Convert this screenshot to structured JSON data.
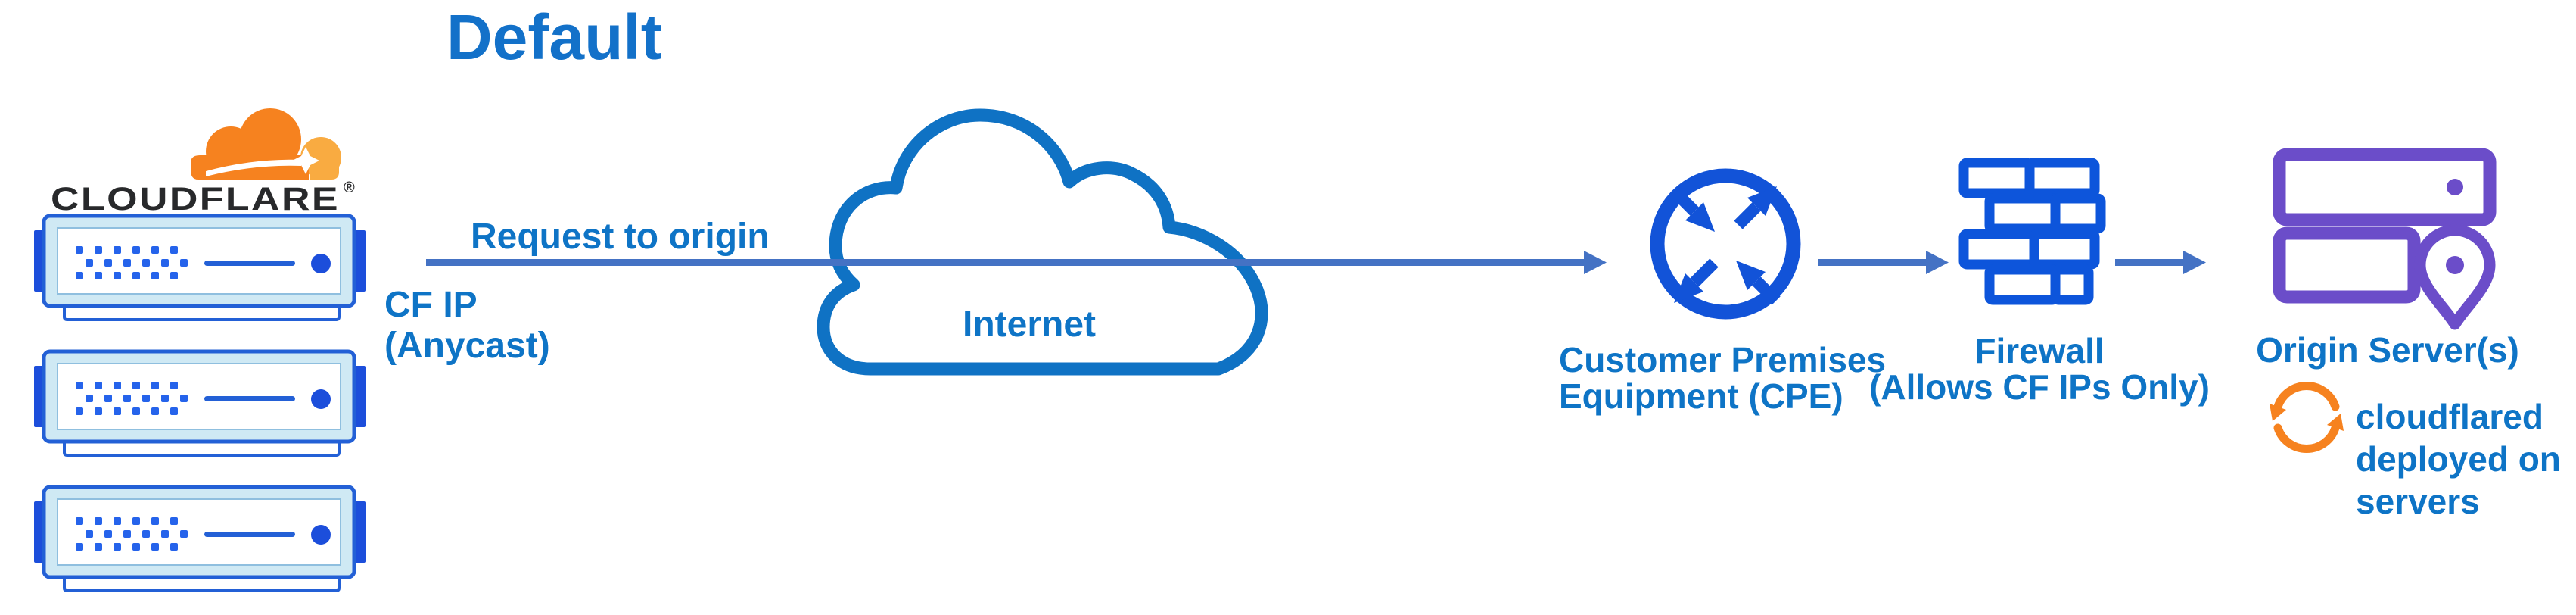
{
  "title": "Default",
  "brand": {
    "wordmark": "CLOUDFLARE",
    "registered_mark": "®",
    "logo_orange": "#F6821F",
    "logo_orange_light": "#F9AB41"
  },
  "labels": {
    "request_to_origin": "Request to origin",
    "cf_ip_line1": "CF IP",
    "cf_ip_line2": "(Anycast)",
    "internet": "Internet",
    "cpe_line1": "Customer Premises",
    "cpe_line2": "Equipment (CPE)",
    "firewall_line1": "Firewall",
    "firewall_line2": "(Allows CF IPs Only)",
    "origin": "Origin Server(s)",
    "cloudflared_line1": "cloudflared",
    "cloudflared_line2": "deployed on",
    "cloudflared_line3": "servers"
  },
  "flow": {
    "nodes": [
      "Cloudflare edge servers",
      "Internet",
      "Customer Premises Equipment (CPE)",
      "Firewall (Allows CF IPs Only)",
      "Origin Server(s)"
    ],
    "edge_note": "Request to origin sent from CF IP (Anycast) through the Internet to CPE, firewall, then origin servers running cloudflared"
  },
  "colors": {
    "title_blue": "#1371C9",
    "caption_blue": "#0E74C6",
    "arrow_blue": "#4472C4",
    "icon_blue": "#0D55DB",
    "server_border_blue": "#2360D6",
    "server_pale_blue": "#CFE9F4",
    "server_tab_blue": "#1C4EDB",
    "server_dot_blue": "#2563EB",
    "cloud_stroke_blue": "#0F72C4",
    "origin_purple": "#6B4DC9",
    "sync_orange": "#F6821F",
    "wordmark_dark": "#28292B",
    "background": "#FFFFFF"
  }
}
